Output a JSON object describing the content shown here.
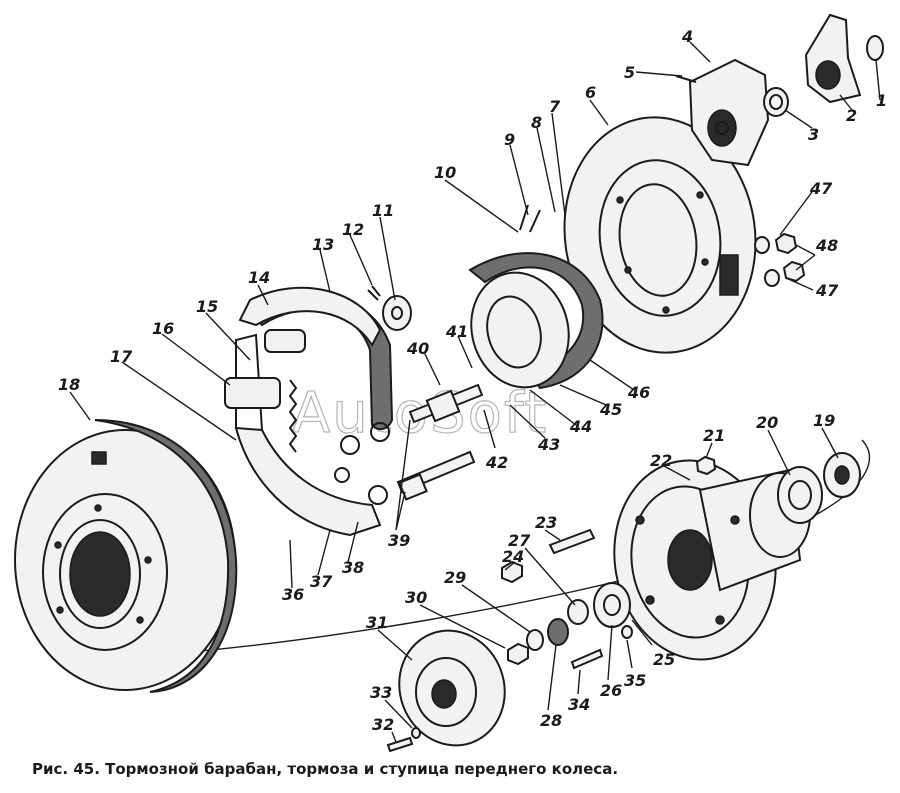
{
  "figure": {
    "caption": "Рис. 45. Тормозной барабан, тормоза и ступица переднего колеса.",
    "watermark": "AutoSoft",
    "labels": [
      "1",
      "2",
      "3",
      "4",
      "5",
      "6",
      "7",
      "8",
      "9",
      "10",
      "11",
      "12",
      "13",
      "14",
      "15",
      "16",
      "17",
      "18",
      "19",
      "20",
      "21",
      "22",
      "23",
      "24",
      "25",
      "26",
      "27",
      "28",
      "29",
      "30",
      "31",
      "32",
      "33",
      "34",
      "35",
      "36",
      "37",
      "38",
      "39",
      "40",
      "41",
      "42",
      "43",
      "44",
      "45",
      "46",
      "47",
      "47",
      "48"
    ]
  },
  "parts": [
    {
      "id": "18",
      "name": "brake-drum-part"
    },
    {
      "id": "6",
      "name": "brake-backing-plate-part"
    },
    {
      "id": "13",
      "name": "brake-shoe-part"
    },
    {
      "id": "22",
      "name": "wheel-hub-part"
    },
    {
      "id": "31",
      "name": "hub-cap-part"
    },
    {
      "id": "2",
      "name": "slack-adjuster-part"
    },
    {
      "id": "4",
      "name": "camshaft-bracket-part"
    }
  ]
}
